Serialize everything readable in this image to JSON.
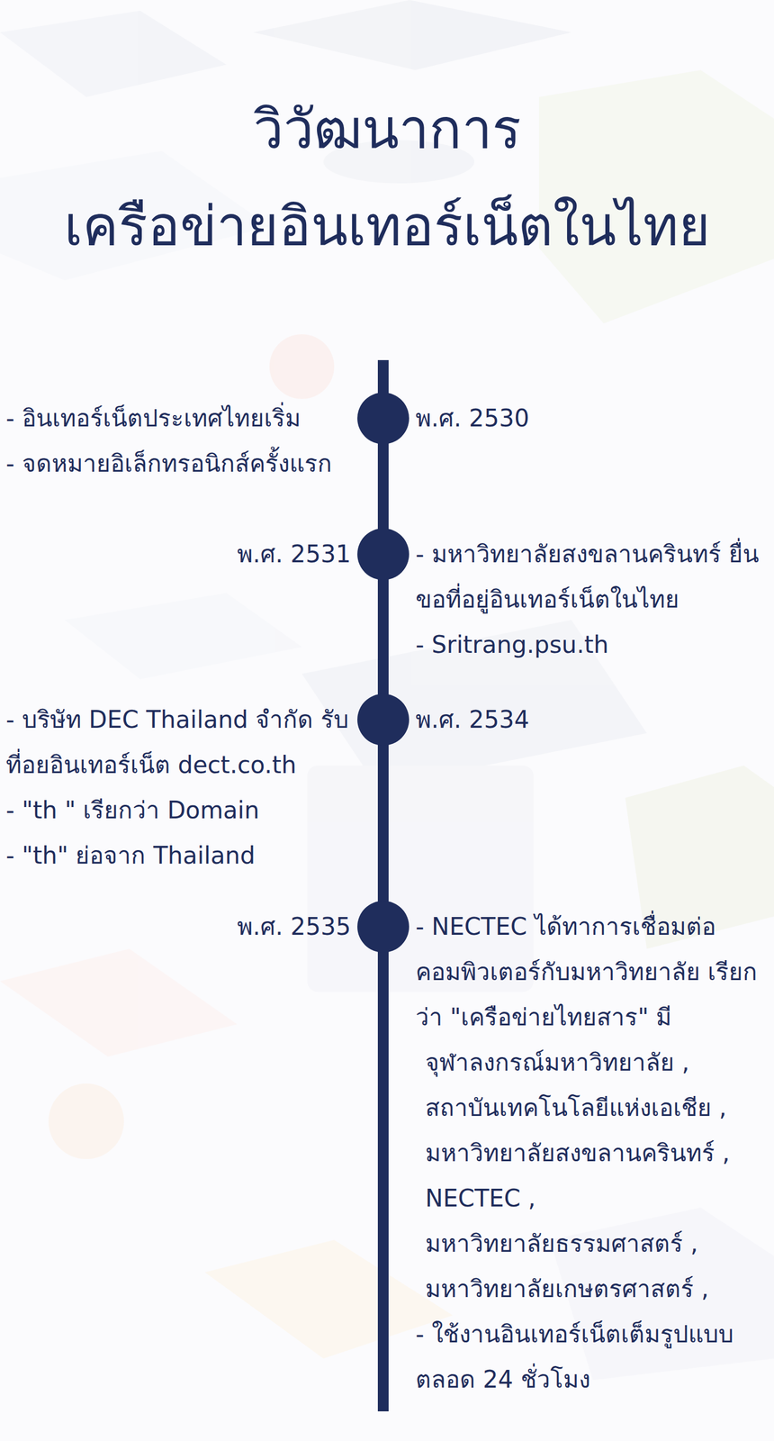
{
  "diagram": {
    "title": "วิวัฒนาการ เครือข่ายอินเทอร์เน็ตในไทย",
    "nodes": [
      {
        "text": [
          "พ.ศ. 2530",
          "- อินเทอร์เน็ตประเทศไทยเริ่ม",
          "- จดหมายอิเล็กทรอนิกส์ครั้งแรก"
        ]
      },
      {
        "text": [
          "พ.ศ. 2531",
          "- มหาวิทยาลัยสงขลานครินทร์ ยื่นขอที่อยู่อินเทอร์เน็ตในไทย",
          "- Sritrang.psu.th"
        ]
      },
      {
        "text": [
          "พ.ศ. 2534",
          "- บริษัท DEC Thailand จำกัด รับที่อยอินเทอร์เน็ต dect.co.th",
          "- \"th \" เรียกว่า Domain",
          "- \"th\" ย่อจาก  Thailand"
        ]
      },
      {
        "text": [
          "พ.ศ. 2535",
          "- NECTEC ได้ทาการเชื่อมต่อ คอมพิวเตอร์กับมหาวิทยาลัย เรียกว่า \"เครือข่ายไทยสาร\" มี",
          "จุฬาลงกรณ์มหาวิทยาลัย ,",
          "สถาบันเทคโนโลยีแห่งเอเชีย ,",
          "มหาวิทยาลัยสงขลานครินทร์ ,",
          "NECTEC ,",
          "มหาวิทยาลัยธรรมศาสตร์ ,",
          "มหาวิทยาลัยเกษตรศาสตร์ ,",
          "- ใช้งานอินเทอร์เน็ตเต็มรูปแบบ ตลอด 24 ชั่วโมง"
        ]
      }
    ],
    "edges": [
      {
        "from": 0,
        "to": 1,
        "arrow": "none"
      },
      {
        "from": 1,
        "to": 2,
        "arrow": "none"
      },
      {
        "from": 2,
        "to": 3,
        "arrow": "none"
      }
    ]
  }
}
